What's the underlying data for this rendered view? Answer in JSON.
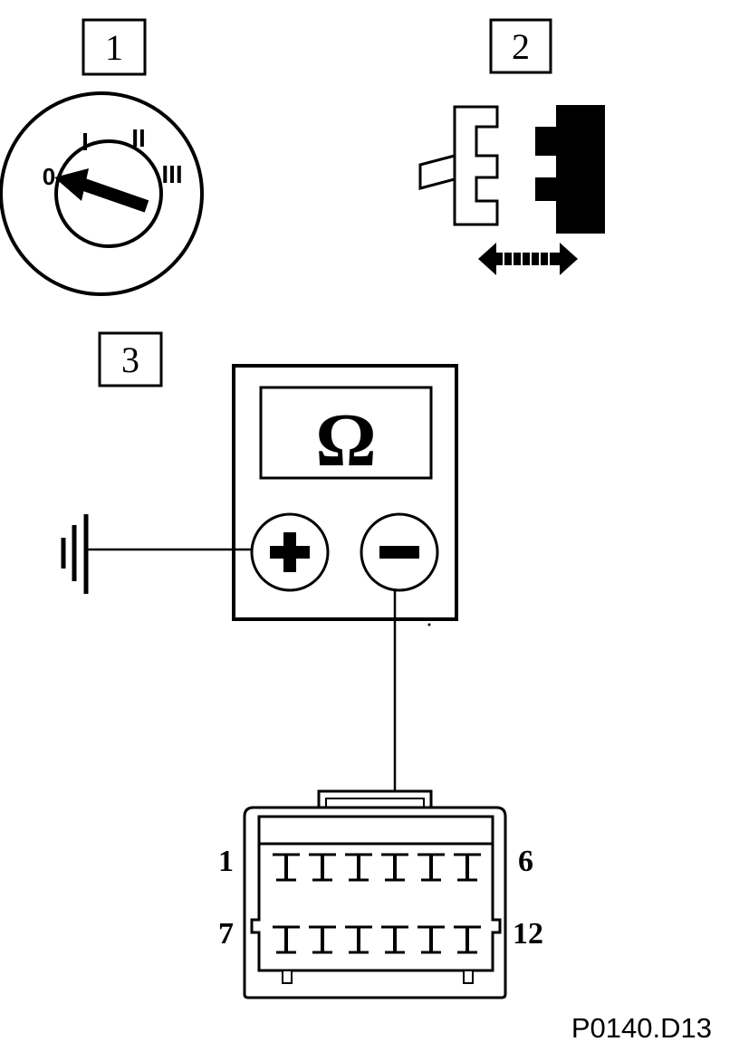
{
  "steps": [
    {
      "number": "1"
    },
    {
      "number": "2"
    },
    {
      "number": "3"
    }
  ],
  "ignition": {
    "positions": [
      "0",
      "I",
      "II",
      "III"
    ]
  },
  "meter": {
    "symbol": "Ω"
  },
  "connector": {
    "pins_top_left": "1",
    "pins_top_right": "6",
    "pins_bottom_left": "7",
    "pins_bottom_right": "12"
  },
  "reference_code": "P0140.D13",
  "colors": {
    "ink": "#000000",
    "paper": "#ffffff"
  }
}
